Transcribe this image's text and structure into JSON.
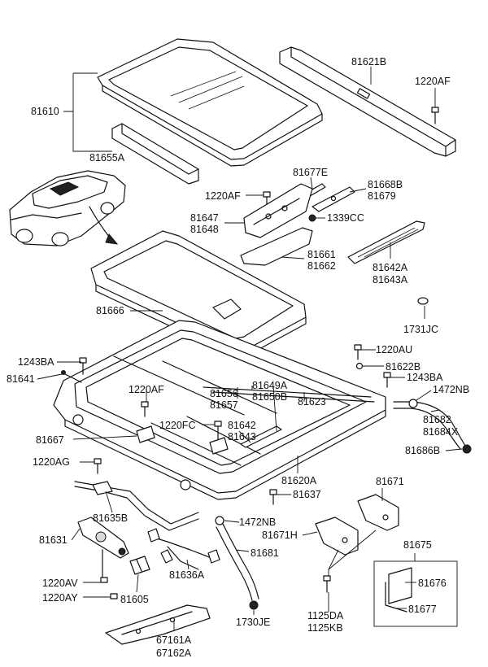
{
  "labels": {
    "l81610": "81610",
    "l81655A": "81655A",
    "l81621B": "81621B",
    "l1220AF_top": "1220AF",
    "l81677E": "81677E",
    "l81668B": "81668B",
    "l81679": "81679",
    "l1220AF_mid": "1220AF",
    "l81647": "81647",
    "l81648": "81648",
    "l1339CC": "1339CC",
    "l81661": "81661",
    "l81662": "81662",
    "l81642A": "81642A",
    "l81643A": "81643A",
    "l81666": "81666",
    "l1731JC": "1731JC",
    "l1220AU": "1220AU",
    "l81622B": "81622B",
    "l1243BA_left": "1243BA",
    "l81641": "81641",
    "l1243BA_right": "1243BA",
    "l1472NB_right": "1472NB",
    "l1220AF_low": "1220AF",
    "l81656": "81656",
    "l81657": "81657",
    "l81649A": "81649A",
    "l81650B": "81650B",
    "l81623": "81623",
    "l81682": "81682",
    "l81684X": "81684X",
    "l1220FC": "1220FC",
    "l81642": "81642",
    "l81643": "81643",
    "l81667": "81667",
    "l81686B": "81686B",
    "l1220AG": "1220AG",
    "l81620A": "81620A",
    "l81637": "81637",
    "l81671": "81671",
    "l81635B": "81635B",
    "l1472NB_low": "1472NB",
    "l81671H": "81671H",
    "l81631": "81631",
    "l81681": "81681",
    "l81675": "81675",
    "l81636A": "81636A",
    "l81676": "81676",
    "l1220AV": "1220AV",
    "l1220AY": "1220AY",
    "l81605": "81605",
    "l81677": "81677",
    "l1730JE": "1730JE",
    "l1125DA": "1125DA",
    "l1125KB": "1125KB",
    "l67161A": "67161A",
    "l67162A": "67162A"
  }
}
